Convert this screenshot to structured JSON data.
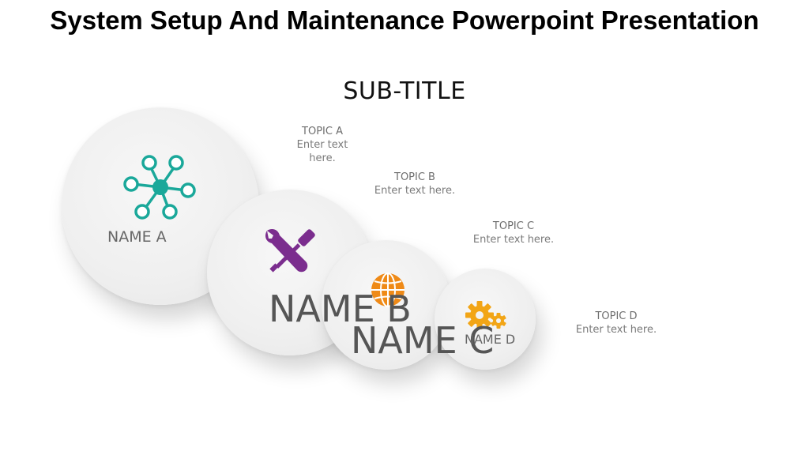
{
  "slide": {
    "title": "System Setup And Maintenance Powerpoint Presentation",
    "subtitle": "SUB-TITLE"
  },
  "colors": {
    "teal": "#1aa89a",
    "purple": "#7b2d8e",
    "orange": "#ef8a17",
    "gold": "#f2a516"
  },
  "circles": [
    {
      "name": "NAME A",
      "icon": "network-hub-icon"
    },
    {
      "name": "NAME B",
      "icon": "tools-wrench-screwdriver-icon"
    },
    {
      "name": "NAME C",
      "icon": "globe-icon"
    },
    {
      "name": "NAME D",
      "icon": "gears-icon"
    }
  ],
  "topics": [
    {
      "title": "TOPIC A",
      "body": "Enter text here."
    },
    {
      "title": "TOPIC B",
      "body": "Enter text here."
    },
    {
      "title": "TOPIC C",
      "body": "Enter text here."
    },
    {
      "title": "TOPIC D",
      "body": "Enter text here."
    }
  ]
}
